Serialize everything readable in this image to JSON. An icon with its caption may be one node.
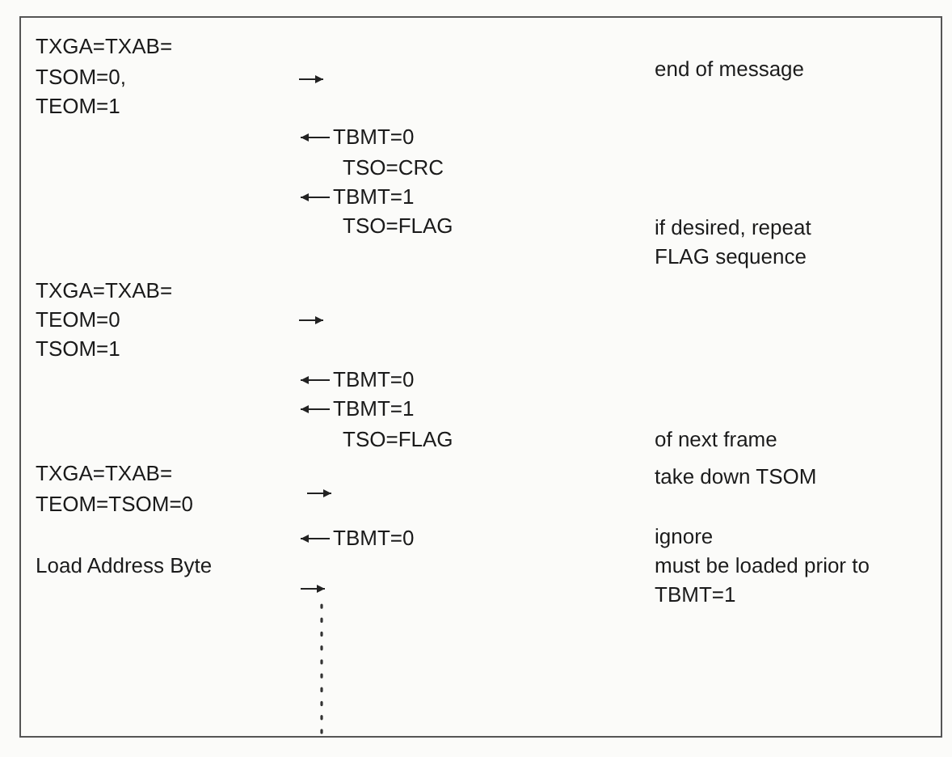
{
  "diagram": {
    "labels": [
      "TXGA=TXAB=",
      "TSOM=0,",
      "TEOM=1",
      "end of message",
      "TBMT=0",
      "TSO=CRC",
      "TBMT=1",
      "TSO=FLAG",
      "if desired, repeat FLAG sequence",
      "TXGA=TXAB=",
      "TEOM=0",
      "TSOM=1",
      "TBMT=0",
      "TBMT=1",
      "TSO=FLAG",
      "of next frame",
      "TXGA=TXAB=",
      "TEOM=TSOM=0",
      "take down TSOM",
      "TBMT=0",
      "ignore",
      "must be loaded prior to TBMT=1",
      "Load Address Byte"
    ]
  }
}
